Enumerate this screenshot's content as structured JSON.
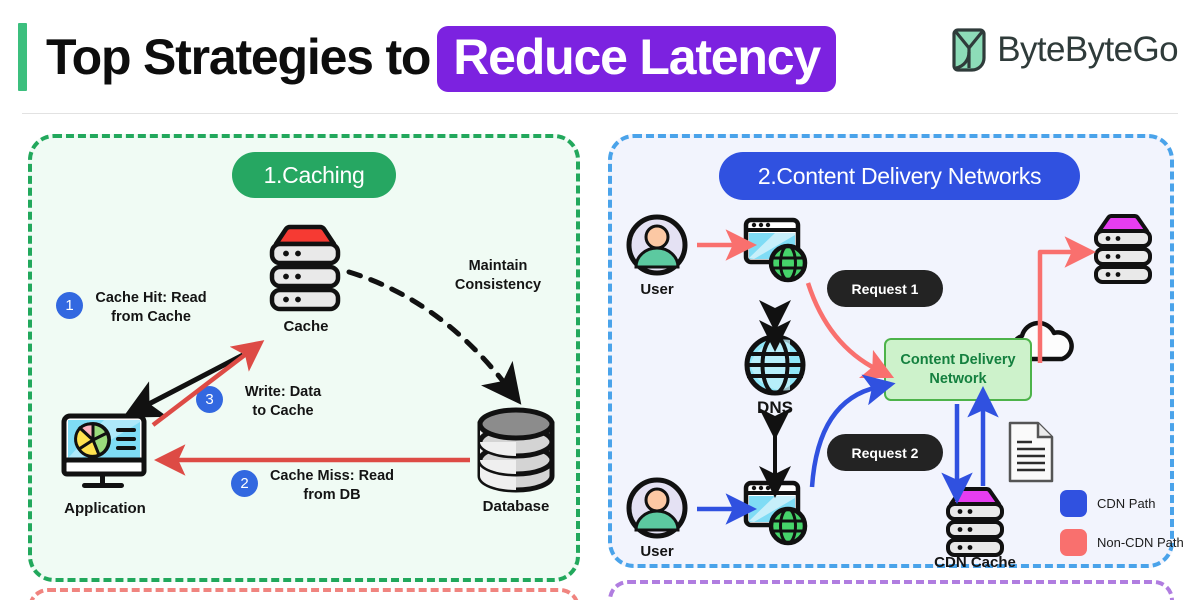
{
  "header": {
    "title_plain": "Top Strategies to",
    "title_highlight": "Reduce Latency",
    "logo_text": "ByteByteGo",
    "accent_color": "#3cbf7e",
    "highlight_color": "#7c22e0"
  },
  "panels": [
    {
      "id": "caching",
      "pill_label": "1.Caching",
      "pill_color": "#26a762",
      "border_color": "#22a85c",
      "nodes": [
        {
          "name": "cache-server",
          "label": "Cache"
        },
        {
          "name": "application",
          "label": "Application"
        },
        {
          "name": "database",
          "label": "Database"
        }
      ],
      "annotations": [
        {
          "step": "1",
          "text_line1": "Cache Hit: Read",
          "text_line2": "from Cache"
        },
        {
          "step": "2",
          "text_line1": "Cache Miss: Read",
          "text_line2": "from DB"
        },
        {
          "step": "3",
          "text_line1": "Write: Data",
          "text_line2": "to Cache"
        },
        {
          "step": "",
          "text_line1": "Maintain",
          "text_line2": "Consistency"
        }
      ]
    },
    {
      "id": "cdn",
      "pill_label": "2.Content Delivery Networks",
      "pill_color": "#3051e0",
      "border_color": "#4aa3ea",
      "nodes": [
        {
          "name": "user-top",
          "label": "User"
        },
        {
          "name": "user-bottom",
          "label": "User"
        },
        {
          "name": "dns",
          "label": "DNS"
        },
        {
          "name": "cdn-cache",
          "label": "CDN Cache"
        },
        {
          "name": "cdn-box",
          "label": "Content Delivery Network"
        }
      ],
      "badges": [
        {
          "name": "request-1-badge",
          "label": "Request 1"
        },
        {
          "name": "request-2-badge",
          "label": "Request 2"
        }
      ],
      "legend": [
        {
          "label": "CDN Path",
          "color": "#3051e0"
        },
        {
          "label": "Non-CDN Path",
          "color": "#f9706e"
        }
      ]
    }
  ],
  "colors": {
    "cdn_path": "#3051e0",
    "non_cdn_path": "#f9706e",
    "cache_top": "#f63a33",
    "origin_top": "#e63df0",
    "peek_left_border": "#f0847f",
    "peek_right_border": "#b07de0"
  }
}
